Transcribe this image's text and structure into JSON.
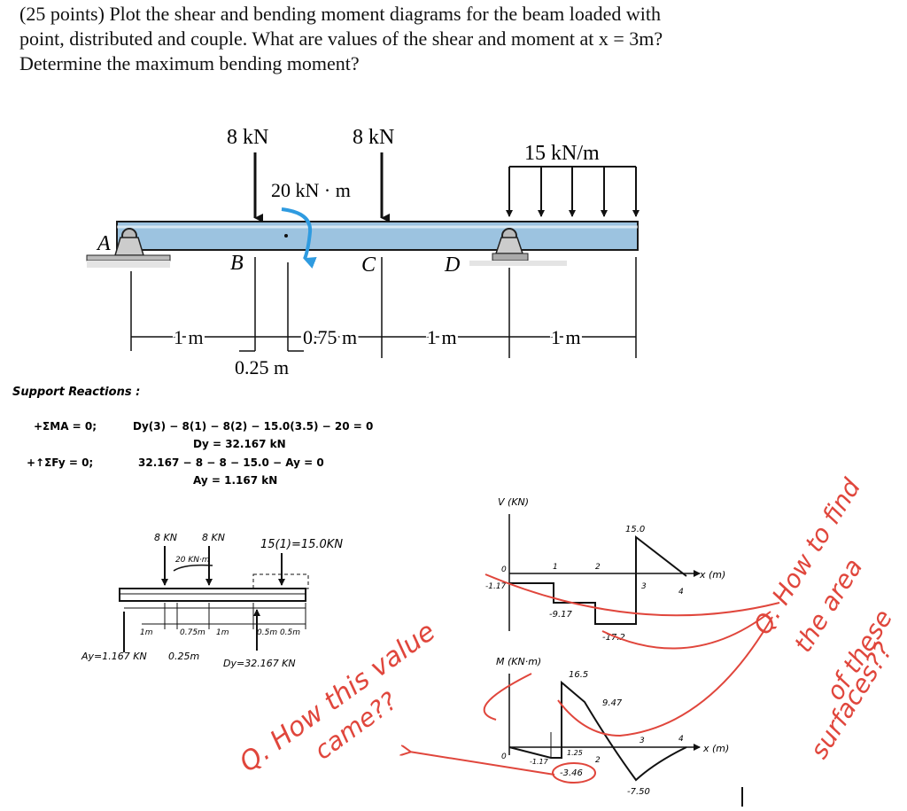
{
  "problem": {
    "line1": "(25 points) Plot the shear and bending moment diagrams for the beam loaded with",
    "line2": "point, distributed and couple. What are values of the shear and moment at x = 3m?",
    "line3": "Determine the maximum bending moment?"
  },
  "beam": {
    "load_b": "8 kN",
    "load_c": "8 kN",
    "couple": "20 kN · m",
    "dist_load": "15 kN/m",
    "pt_a": "A",
    "pt_b": "B",
    "pt_c": "C",
    "pt_d": "D",
    "dim_1": "1 m",
    "dim_2": "0.75 m",
    "dim_3": "1 m",
    "dim_4": "1 m",
    "dim_5": "0.25 m"
  },
  "reactions": {
    "heading": "Support Reactions :",
    "eq1_label": "+ΣMA = 0;",
    "eq1": "Dy(3) − 8(1) − 8(2) − 15.0(3.5) − 20 = 0",
    "eq1_result": "Dy = 32.167 kN",
    "eq2_label": "+↑ΣFy = 0;",
    "eq2": "32.167 − 8 − 8 − 15.0 − Ay = 0",
    "eq2_result": "Ay = 1.167 kN"
  },
  "fbd": {
    "f1": "8 KN",
    "f2": "8 KN",
    "dist": "15(1)=15.0KN",
    "couple": "20 KN·m",
    "ay": "Ay=1.167 KN",
    "dy": "Dy=32.167 KN",
    "d1": "1m",
    "d2": "0.75m",
    "d3": "1m",
    "d4": "0.5m 0.5m",
    "d5": "0.25m"
  },
  "shear": {
    "axis_label": "V (KN)",
    "x_label": "x (m)",
    "v_a": "-1.17",
    "zero": "0",
    "v1": "-9.17",
    "v2": "-17.2",
    "v3": "15.0",
    "t1": "1",
    "t2": "2",
    "t3": "3",
    "t4": "4"
  },
  "moment": {
    "axis_label": "M (KN·m)",
    "x_label": "x (m)",
    "m1": "16.5",
    "m2": "9.47",
    "m3": "-1.17",
    "m4": "1.25",
    "m5": "-3.46",
    "m6": "-7.50",
    "zero": "0",
    "t2": "2",
    "t3": "3",
    "t4": "4"
  },
  "annotations": {
    "q1_line1": "Q. How this value",
    "q1_line2": "came??",
    "q2_line1": "Q. How to find",
    "q2_line2": "the area",
    "q2_line3": "of these",
    "q2_line4": "surfaces??"
  },
  "colors": {
    "beam_fill": "#9cc3e0",
    "beam_edge": "#1a1a1a",
    "couple_arrow": "#2f9be0",
    "annotation_red": "#e0463c"
  }
}
